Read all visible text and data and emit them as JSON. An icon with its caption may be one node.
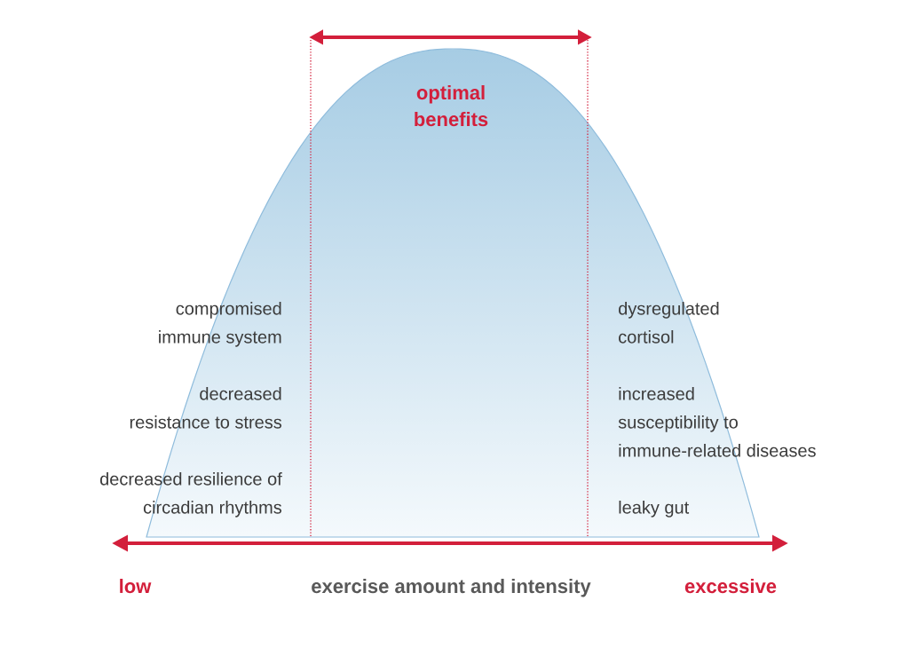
{
  "diagram": {
    "labels": [
      "optimal benefits",
      "compromised immune system",
      "dysregulated cortisol",
      "decreased resistance to stress",
      "increased susceptibility to immune-related diseases",
      "decreased resilience of circadian rhythms",
      "leaky gut",
      "low",
      "exercise amount and intensity",
      "excessive"
    ]
  }
}
